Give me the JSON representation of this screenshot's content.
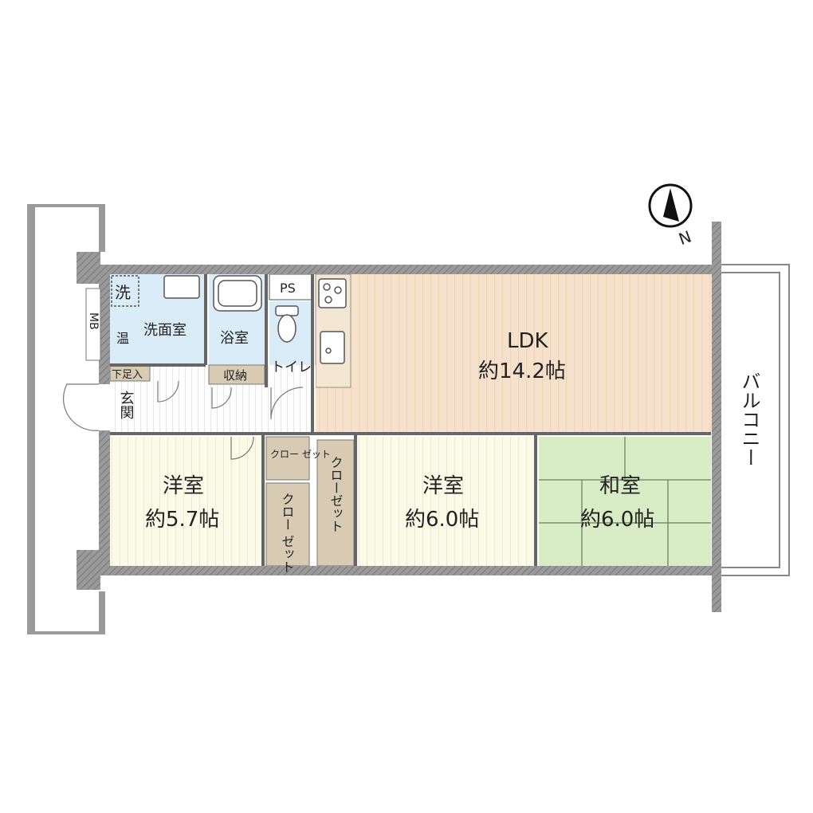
{
  "rooms": {
    "ldk": {
      "name": "LDK",
      "size": "約14.2帖"
    },
    "yoshitsu_left": {
      "name": "洋室",
      "size": "約5.7帖"
    },
    "yoshitsu_mid": {
      "name": "洋室",
      "size": "約6.0帖"
    },
    "washitsu": {
      "name": "和室",
      "size": "約6.0帖"
    }
  },
  "labels": {
    "senmenshitsu": "洗面室",
    "yokushitsu": "浴室",
    "toilet": "トイレ",
    "ps": "PS",
    "sentaku": "洗",
    "on": "温",
    "mb": "MB",
    "shitaashiire": "下足入",
    "genkan": "玄関",
    "shuno": "収納",
    "closet_small": "クロー\nゼット",
    "closet_left_vertical": "クロー\nゼット",
    "closet_mid_vertical": "クローゼット",
    "balcony": "バルコニー",
    "compass_north": "N"
  },
  "colors": {
    "ldk": "#f6e1cc",
    "yoshitsu_left": "#fbfbea",
    "yoshitsu_mid": "#fbfbea",
    "washitsu": "#d8edc6",
    "wet_area": "#d9ecf8",
    "storage": "#d7cbb3",
    "wall": "#8b8b8b"
  }
}
